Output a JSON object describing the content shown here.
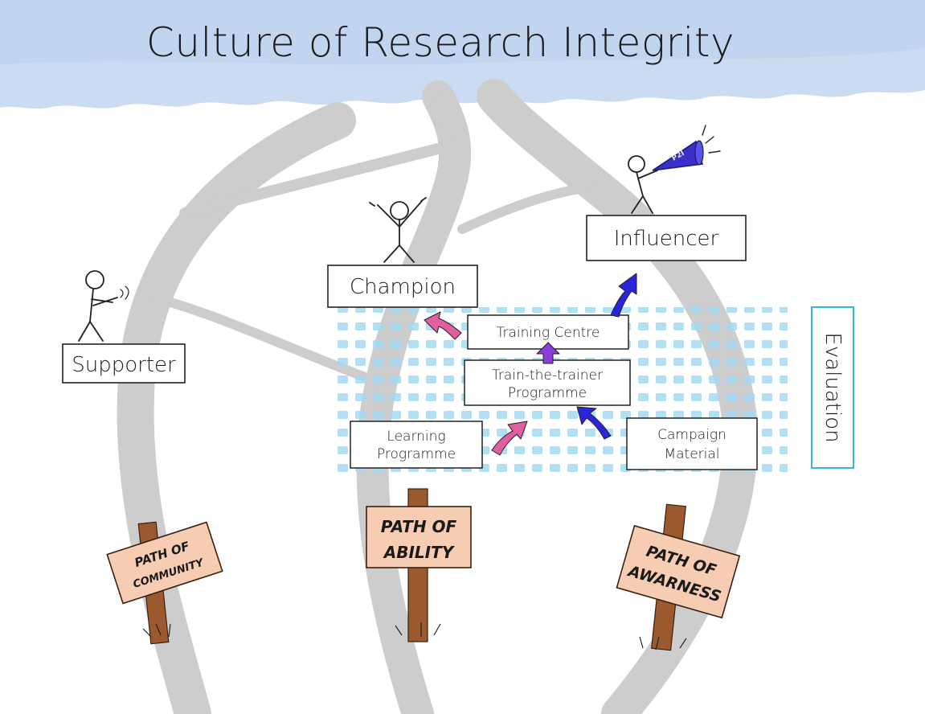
{
  "title": "Culture of Research Integrity",
  "roles": {
    "supporter": "Supporter",
    "champion": "Champion",
    "influencer": "Influencer"
  },
  "programmes": {
    "training_centre": "Training Centre",
    "train_the_trainer": [
      "Train-the-trainer",
      "Programme"
    ],
    "learning_programme": [
      "Learning",
      "Programme"
    ],
    "campaign_material": [
      "Campaign",
      "Material"
    ]
  },
  "evaluation": "Evaluation",
  "signs": {
    "community": [
      "PATH OF",
      "COMMUNITY"
    ],
    "ability": [
      "PATH OF",
      "ABILITY"
    ],
    "awareness": [
      "PATH OF",
      "AWARNESS"
    ]
  },
  "megaphone_label": "P2I",
  "colors": {
    "sky": "#c9daf1",
    "path": "#cfcfcf",
    "grid": "#9fd8f0",
    "arrow_pink": "#e0609f",
    "arrow_blue": "#2a25d8",
    "arrow_violet": "#8a3fd6",
    "sign": "#f6cdb3",
    "post": "#9a5a2e",
    "eval_border": "#35b5d8"
  }
}
